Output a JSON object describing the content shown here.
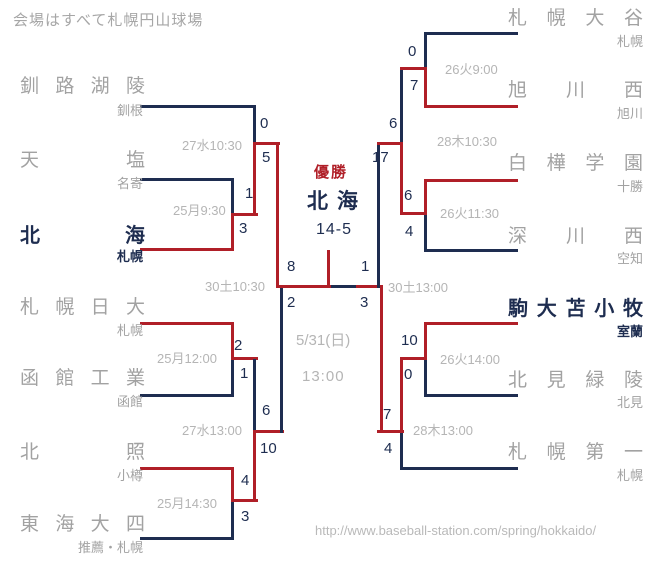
{
  "palette": {
    "winner_red": "#b01f28",
    "navy": "#1e2d50",
    "team_gray": "#a2a2a2",
    "time_gray": "#b5b5b5"
  },
  "header_note": "会場はすべて札幌円山球場",
  "final": {
    "champion_label": "優勝",
    "champion": "北海",
    "score": "14-5",
    "date": "5/31(日)",
    "time": "13:00"
  },
  "source_url": "http://www.baseball-station.com/spring/hokkaido/",
  "left_teams": [
    {
      "name": "釧路湖陵",
      "region": "釧根"
    },
    {
      "name": "天塩",
      "region": "名寄"
    },
    {
      "name": "北海",
      "region": "札幌"
    },
    {
      "name": "札幌日大",
      "region": "札幌"
    },
    {
      "name": "函館工業",
      "region": "函館"
    },
    {
      "name": "北照",
      "region": "小樽"
    },
    {
      "name": "東海大四",
      "region": "推薦・札幌"
    }
  ],
  "right_teams": [
    {
      "name": "札幌大谷",
      "region": "札幌"
    },
    {
      "name": "旭川西",
      "region": "旭川"
    },
    {
      "name": "白樺学園",
      "region": "十勝"
    },
    {
      "name": "深川西",
      "region": "空知"
    },
    {
      "name": "駒大苫小牧",
      "region": "室蘭"
    },
    {
      "name": "北見緑陵",
      "region": "北見"
    },
    {
      "name": "札幌第一",
      "region": "札幌"
    }
  ],
  "matches": {
    "l_qf_top": {
      "time": "27水10:30",
      "top_score": "0",
      "bottom_score": "5"
    },
    "l_r1_a": {
      "time": "25月9:30",
      "top_score": "1",
      "bottom_score": "3"
    },
    "l_sf": {
      "time": "30土10:30",
      "top_score": "8",
      "bottom_score": "2"
    },
    "l_r1_b": {
      "time": "25月12:00",
      "top_score": "2",
      "bottom_score": "1"
    },
    "l_qf_bot": {
      "time": "27水13:00",
      "top_score": "6",
      "bottom_score": "10"
    },
    "l_r1_c": {
      "time": "25月14:30",
      "top_score": "4",
      "bottom_score": "3"
    },
    "r_r1_a": {
      "time": "26火9:00",
      "top_score": "0",
      "bottom_score": "7"
    },
    "r_qf_top": {
      "time": "28木10:30",
      "top_score": "6",
      "bottom_score": "17"
    },
    "r_r1_b": {
      "time": "26火11:30",
      "top_score": "6",
      "bottom_score": "4"
    },
    "r_sf": {
      "time": "30土13:00",
      "top_score": "1",
      "bottom_score": "3"
    },
    "r_r1_c": {
      "time": "26火14:00",
      "top_score": "10",
      "bottom_score": "0"
    },
    "r_qf_bot": {
      "time": "28木13:00",
      "top_score": "7",
      "bottom_score": "4"
    }
  }
}
